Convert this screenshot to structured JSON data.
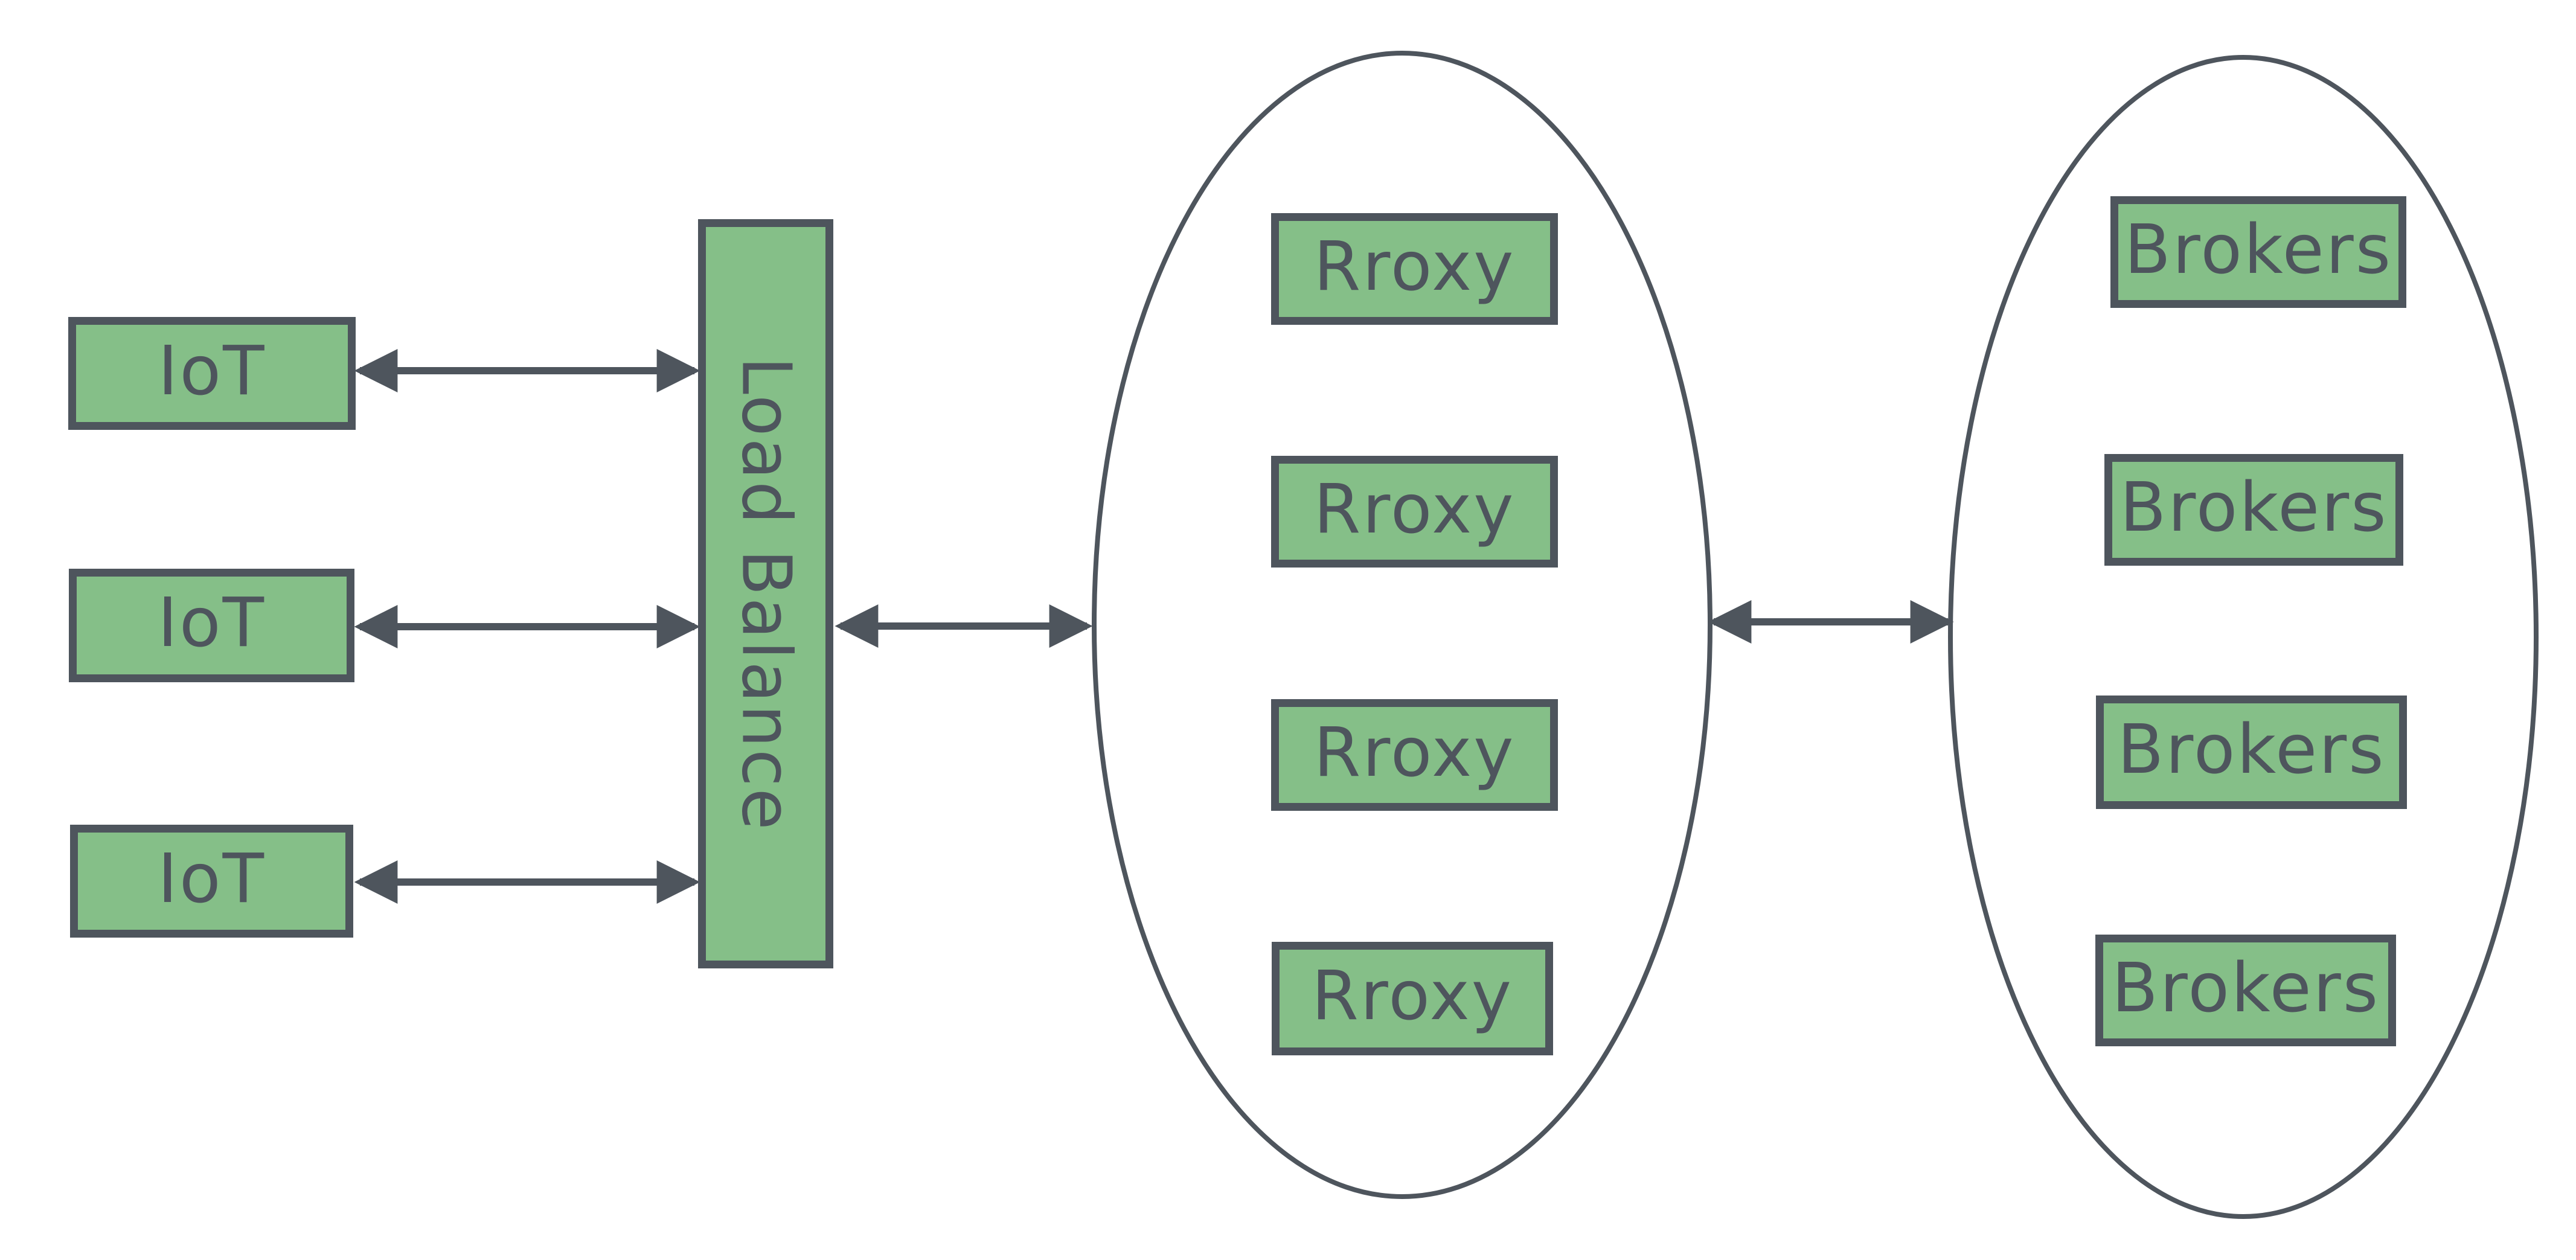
{
  "diagram": {
    "background": "#ffffff",
    "colors": {
      "node_fill": "#85BF88",
      "stroke": "#4E555D"
    },
    "iot_nodes": [
      {
        "label": "IoT"
      },
      {
        "label": "IoT"
      },
      {
        "label": "IoT"
      }
    ],
    "load_balancer": {
      "label": "Load Balance"
    },
    "proxy_nodes": [
      {
        "label": "Rroxy"
      },
      {
        "label": "Rroxy"
      },
      {
        "label": "Rroxy"
      },
      {
        "label": "Rroxy"
      }
    ],
    "broker_nodes": [
      {
        "label": "Brokers"
      },
      {
        "label": "Brokers"
      },
      {
        "label": "Brokers"
      },
      {
        "label": "Brokers"
      }
    ],
    "edges": [
      {
        "from": "iot-node-1",
        "to": "load-balancer-node",
        "bidirectional": true
      },
      {
        "from": "iot-node-2",
        "to": "load-balancer-node",
        "bidirectional": true
      },
      {
        "from": "iot-node-3",
        "to": "load-balancer-node",
        "bidirectional": true
      },
      {
        "from": "load-balancer-node",
        "to": "proxy-cluster",
        "bidirectional": true
      },
      {
        "from": "proxy-cluster",
        "to": "broker-cluster",
        "bidirectional": true
      }
    ]
  }
}
